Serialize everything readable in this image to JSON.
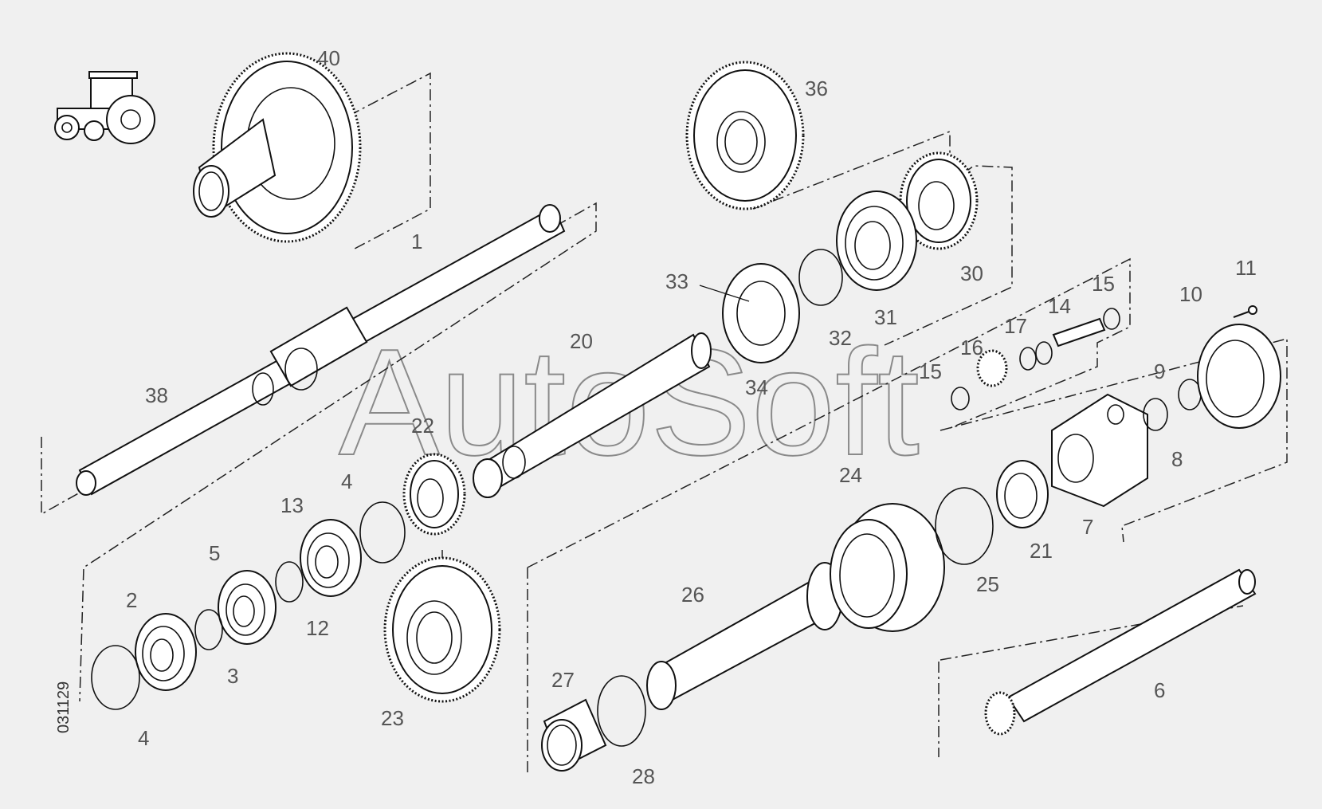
{
  "watermark": "AutoSoft",
  "drawing_code": "031129",
  "labels": [
    {
      "id": "40",
      "text": "40"
    },
    {
      "id": "1",
      "text": "1"
    },
    {
      "id": "38",
      "text": "38"
    },
    {
      "id": "36",
      "text": "36"
    },
    {
      "id": "33",
      "text": "33"
    },
    {
      "id": "30",
      "text": "30"
    },
    {
      "id": "31",
      "text": "31"
    },
    {
      "id": "32",
      "text": "32"
    },
    {
      "id": "20",
      "text": "20"
    },
    {
      "id": "34",
      "text": "34"
    },
    {
      "id": "22",
      "text": "22"
    },
    {
      "id": "11",
      "text": "11"
    },
    {
      "id": "15a",
      "text": "15"
    },
    {
      "id": "10",
      "text": "10"
    },
    {
      "id": "14",
      "text": "14"
    },
    {
      "id": "17",
      "text": "17"
    },
    {
      "id": "16",
      "text": "16"
    },
    {
      "id": "15b",
      "text": "15"
    },
    {
      "id": "9",
      "text": "9"
    },
    {
      "id": "8",
      "text": "8"
    },
    {
      "id": "24",
      "text": "24"
    },
    {
      "id": "7",
      "text": "7"
    },
    {
      "id": "21",
      "text": "21"
    },
    {
      "id": "25",
      "text": "25"
    },
    {
      "id": "13",
      "text": "13"
    },
    {
      "id": "4a",
      "text": "4"
    },
    {
      "id": "5",
      "text": "5"
    },
    {
      "id": "2",
      "text": "2"
    },
    {
      "id": "12",
      "text": "12"
    },
    {
      "id": "3",
      "text": "3"
    },
    {
      "id": "4b",
      "text": "4"
    },
    {
      "id": "26",
      "text": "26"
    },
    {
      "id": "27",
      "text": "27"
    },
    {
      "id": "23",
      "text": "23"
    },
    {
      "id": "28",
      "text": "28"
    },
    {
      "id": "6",
      "text": "6"
    }
  ]
}
